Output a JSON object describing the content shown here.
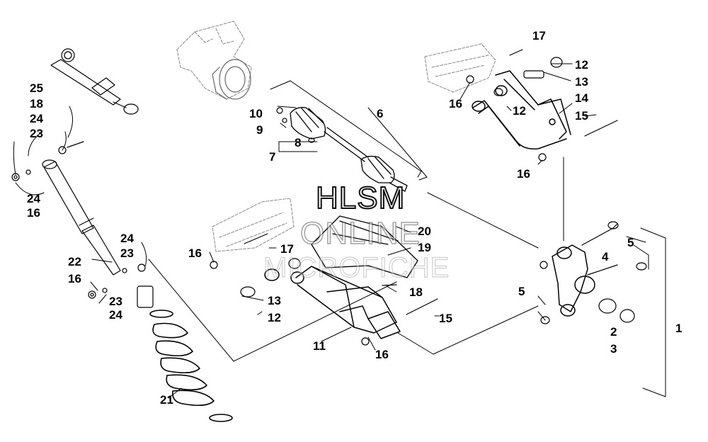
{
  "watermark": {
    "line1": "HLSM",
    "line2": "ONLINE",
    "line3": "MICROFICHE"
  },
  "callouts": [
    {
      "id": "c1",
      "text": "1"
    },
    {
      "id": "c2",
      "text": "2"
    },
    {
      "id": "c3",
      "text": "3"
    },
    {
      "id": "c4",
      "text": "4"
    },
    {
      "id": "c5a",
      "text": "5"
    },
    {
      "id": "c5b",
      "text": "5"
    },
    {
      "id": "c6",
      "text": "6"
    },
    {
      "id": "c7",
      "text": "7"
    },
    {
      "id": "c8",
      "text": "8"
    },
    {
      "id": "c9",
      "text": "9"
    },
    {
      "id": "c10",
      "text": "10"
    },
    {
      "id": "c11",
      "text": "11"
    },
    {
      "id": "c12a",
      "text": "12"
    },
    {
      "id": "c12b",
      "text": "12"
    },
    {
      "id": "c12c",
      "text": "12"
    },
    {
      "id": "c13a",
      "text": "13"
    },
    {
      "id": "c13b",
      "text": "13"
    },
    {
      "id": "c14",
      "text": "14"
    },
    {
      "id": "c15a",
      "text": "15"
    },
    {
      "id": "c15b",
      "text": "15"
    },
    {
      "id": "c16a",
      "text": "16"
    },
    {
      "id": "c16b",
      "text": "16"
    },
    {
      "id": "c16c",
      "text": "16"
    },
    {
      "id": "c16d",
      "text": "16"
    },
    {
      "id": "c16e",
      "text": "16"
    },
    {
      "id": "c16f",
      "text": "16"
    },
    {
      "id": "c17a",
      "text": "17"
    },
    {
      "id": "c17b",
      "text": "17"
    },
    {
      "id": "c18a",
      "text": "18"
    },
    {
      "id": "c18b",
      "text": "18"
    },
    {
      "id": "c19",
      "text": "19"
    },
    {
      "id": "c20",
      "text": "20"
    },
    {
      "id": "c21",
      "text": "21"
    },
    {
      "id": "c22",
      "text": "22"
    },
    {
      "id": "c23a",
      "text": "23"
    },
    {
      "id": "c23b",
      "text": "23"
    },
    {
      "id": "c23c",
      "text": "23"
    },
    {
      "id": "c24a",
      "text": "24"
    },
    {
      "id": "c24b",
      "text": "24"
    },
    {
      "id": "c24c",
      "text": "24"
    },
    {
      "id": "c24d",
      "text": "24"
    },
    {
      "id": "c25",
      "text": "25"
    }
  ]
}
